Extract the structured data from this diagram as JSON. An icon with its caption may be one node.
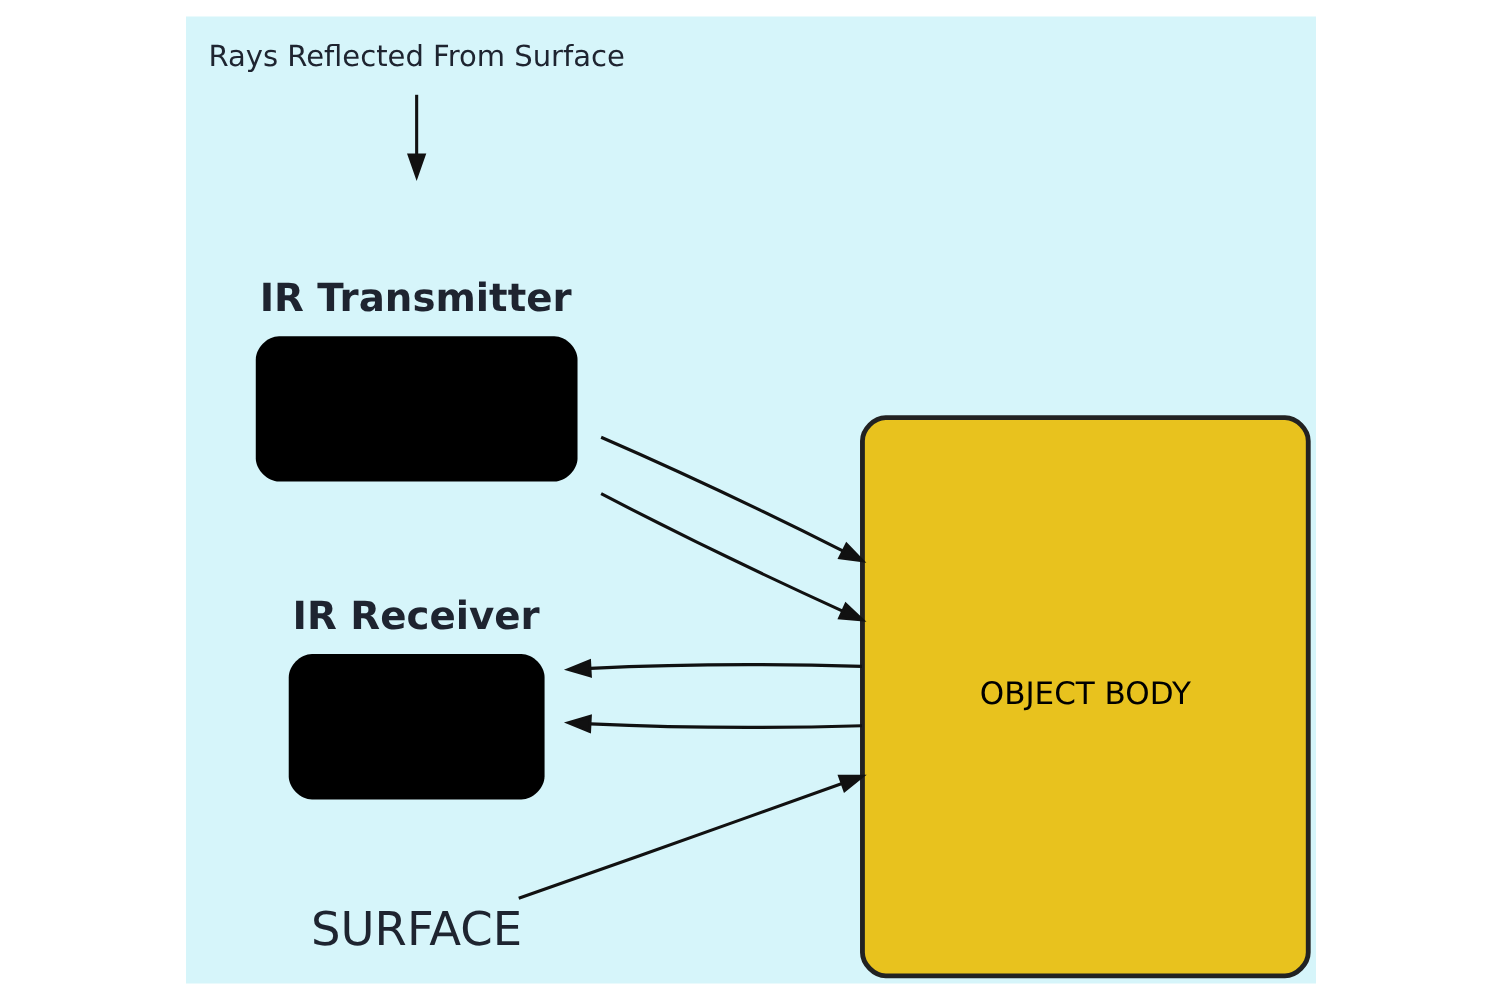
{
  "diagram": {
    "nodes": [
      {
        "text": [
          "IR Transmitter"
        ]
      },
      {
        "text": [
          "IR Receiver"
        ]
      },
      {
        "text": [
          "OBJECT BODY"
        ]
      },
      {
        "text": [
          "SURFACE"
        ]
      },
      {
        "text": [
          "Rays Reflected From Surface"
        ]
      }
    ],
    "edges": [
      {
        "from": 0,
        "to": 2,
        "arrow": "to"
      },
      {
        "from": 0,
        "to": 2,
        "arrow": "to"
      },
      {
        "from": 2,
        "to": 1,
        "arrow": "to"
      },
      {
        "from": 2,
        "to": 1,
        "arrow": "to"
      },
      {
        "from": 3,
        "to": 2,
        "arrow": "to"
      },
      {
        "from": 4,
        "to": null,
        "arrow": "to"
      }
    ]
  }
}
